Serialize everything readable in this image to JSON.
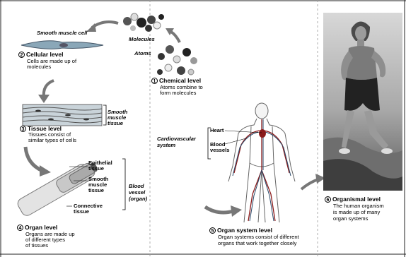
{
  "levels": {
    "chemical": {
      "num": "1",
      "title": "Chemical level",
      "desc1": "Atoms combine to",
      "desc2": "form molecules"
    },
    "cellular": {
      "num": "2",
      "title": "Cellular level",
      "desc1": "Cells are made up of",
      "desc2": "molecules"
    },
    "tissue": {
      "num": "3",
      "title": "Tissue level",
      "desc1": "Tissues consist of",
      "desc2": "similar types of cells"
    },
    "organ": {
      "num": "4",
      "title": "Organ level",
      "desc1": "Organs are made up",
      "desc2": "of different types",
      "desc3": "of tissues"
    },
    "organ_system": {
      "num": "5",
      "title": "Organ system level",
      "desc1": "Organ systems consist of different",
      "desc2": "organs that work together closely"
    },
    "organismal": {
      "num": "6",
      "title": "Organismal level",
      "desc1": "The human organism",
      "desc2": "is made up of many",
      "desc3": "organ systems"
    }
  },
  "labels": {
    "molecules": "Molecules",
    "atoms": "Atoms",
    "smooth_muscle_cell": "Smooth muscle cell",
    "smooth_muscle_tissue_1": "Smooth",
    "smooth_muscle_tissue_2": "muscle",
    "smooth_muscle_tissue_3": "tissue",
    "epithelial_1": "Epithelial",
    "epithelial_2": "tissue",
    "smooth_1": "Smooth",
    "smooth_2": "muscle",
    "smooth_3": "tissue",
    "connective_1": "Connective",
    "connective_2": "tissue",
    "blood_vessel_1": "Blood",
    "blood_vessel_2": "vessel",
    "blood_vessel_3": "(organ)",
    "cardiovascular_1": "Cardiovascular",
    "cardiovascular_2": "system",
    "heart": "Heart",
    "blood_vessels_1": "Blood",
    "blood_vessels_2": "vessels"
  }
}
